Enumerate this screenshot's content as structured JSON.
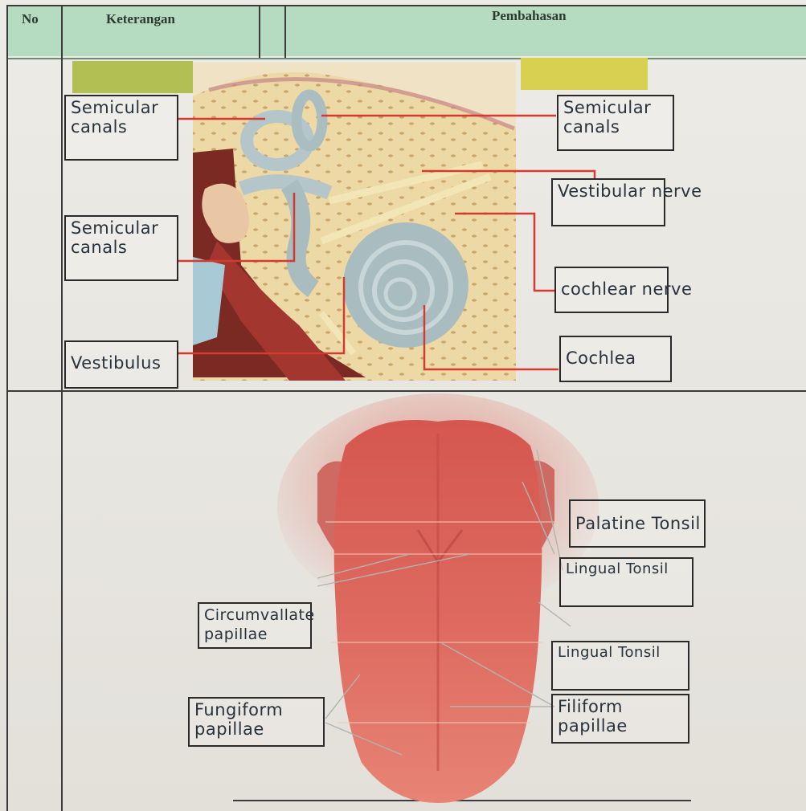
{
  "table": {
    "headers": {
      "no": "No",
      "keterangan": "Keterangan",
      "pembahasan": "Pembahasan"
    }
  },
  "ear_diagram": {
    "labels": {
      "semicircular_top_left": "Semicular canals",
      "semicircular_top_right": "Semicular canals",
      "vestibular_nerve": "Vestibular nerve",
      "semicircular_mid_left": "Semicular canals",
      "cochlear_nerve": "cochlear nerve",
      "vestibulus": "Vestibulus",
      "cochlea": "Cochlea"
    }
  },
  "tongue_diagram": {
    "labels": {
      "palatine_tonsil": "Palatine Tonsil",
      "lingual_tonsil_top": "Lingual Tonsil",
      "circumvallate": "Circumvallate papillae",
      "lingual_tonsil_bottom": "Lingual Tonsil",
      "fungiform": "Fungiform papillae",
      "filiform": "Filiform papillae"
    }
  },
  "colors": {
    "header_green": "#b5dcc0",
    "tongue": "#d9574f",
    "leader_line": "#d33b30",
    "cochlea": "#a9bcc0"
  }
}
